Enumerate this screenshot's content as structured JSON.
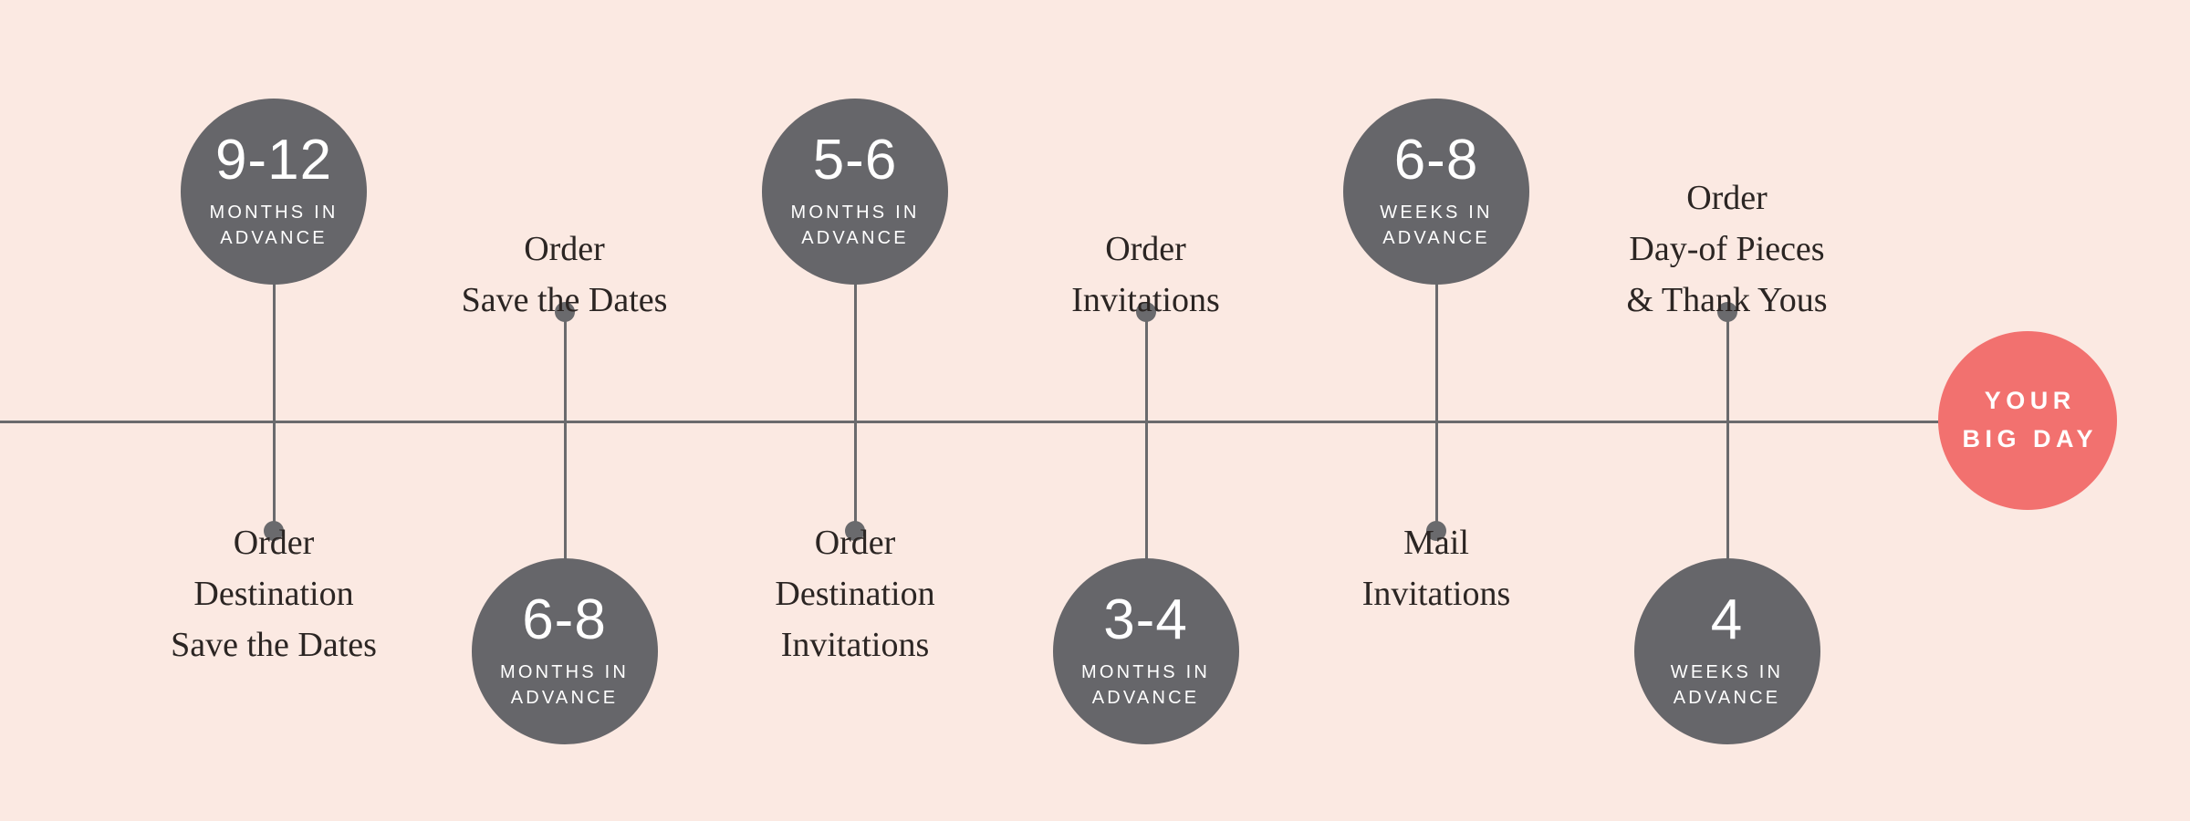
{
  "background_color": "#fbe9e2",
  "axis_color": "#6a6a6d",
  "badge_color": "#66666a",
  "bigday_color": "#f2716f",
  "text_color": "#2b2523",
  "milestones": [
    {
      "number": "9-12",
      "unit": "MONTHS IN\nADVANCE",
      "badge_side": "above",
      "caption": "Order\nDestination\nSave the Dates"
    },
    {
      "number": "6-8",
      "unit": "MONTHS IN\nADVANCE",
      "badge_side": "below",
      "caption": "Order\nSave the Dates"
    },
    {
      "number": "5-6",
      "unit": "MONTHS IN\nADVANCE",
      "badge_side": "above",
      "caption": "Order\nDestination\nInvitations"
    },
    {
      "number": "3-4",
      "unit": "MONTHS IN\nADVANCE",
      "badge_side": "below",
      "caption": "Order\nInvitations"
    },
    {
      "number": "6-8",
      "unit": "WEEKS IN\nADVANCE",
      "badge_side": "above",
      "caption": "Mail\nInvitations"
    },
    {
      "number": "4",
      "unit": "WEEKS IN\nADVANCE",
      "badge_side": "below",
      "caption": "Order\nDay-of Pieces\n& Thank Yous"
    }
  ],
  "big_day": {
    "line1": "YOUR",
    "line2": "BIG DAY"
  }
}
